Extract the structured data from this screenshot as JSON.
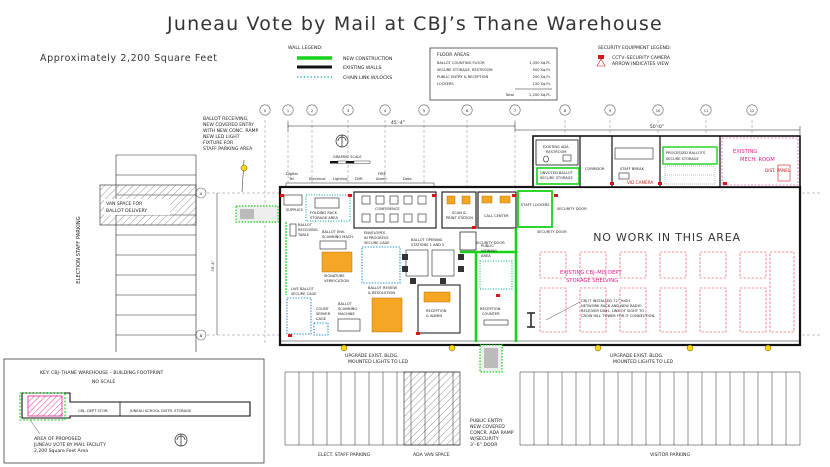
{
  "title": "Juneau Vote by Mail at CBJ’s Thane Warehouse",
  "subtitle": "Approximately 2,200 Square Feet",
  "wall_legend": {
    "heading": "WALL LEGEND:",
    "items": [
      {
        "label": "NEW CONSTRUCTION",
        "color": "#19d219"
      },
      {
        "label": "EXISTING WALLS",
        "color": "#111111"
      },
      {
        "label": "CHAIN LINK W/LOCKS",
        "color": "#1fb8a8"
      }
    ]
  },
  "floor_areas": {
    "heading": "FLOOR AREAS:",
    "rows": [
      {
        "label": "BALLOT COUNTING FLOOR",
        "value": "1,350 Sq.Ft."
      },
      {
        "label": "SECURE STORAGE, RESTROOM",
        "value": "500 Sq.Ft."
      },
      {
        "label": "PUBLIC ENTRY & RECEPTION",
        "value": "200 Sq.Ft."
      },
      {
        "label": "LOCKERS",
        "value": "150 Sq.Ft."
      }
    ],
    "total_label": "Total",
    "total_value": "2,200 Sq.Ft."
  },
  "security_legend": {
    "heading": "SECURITY EQUIPMENT LEGEND:",
    "camera_label_1": "CCTV–SECURITY CAMERA",
    "camera_label_2": "ARROW INDICATES VIEW",
    "camera_color": "#d21818"
  },
  "grid_labels": [
    "0",
    "1",
    "2",
    "3",
    "4",
    "5",
    "6",
    "7",
    "8",
    "9",
    "10",
    "11",
    "12"
  ],
  "row_labels": [
    "A",
    "B"
  ],
  "dimensions": {
    "d1": "45’-4”",
    "d2": "50’-0”",
    "d3": "35’-4”"
  },
  "graphic_scale": "GRAPHIC SCALE",
  "top_note": {
    "l1": "BALLOT RECEIVING,",
    "l2": "NEW COVERED ENTRY",
    "l3": "WITH NEW CONC. RAMP",
    "l4": "NEW LED LIGHT",
    "l5": "FIXTURE FOR",
    "l6": "STAFF PARKING AREA"
  },
  "van_space": {
    "l1": "VAN SPACE FOR",
    "l2": "BALLOT DELIVERY"
  },
  "election_parking": "ELECTION STAFF PARKING",
  "equipment_labels": {
    "a": "Digital",
    "a2": "Tel",
    "b": "Electrical",
    "c": "Lighting",
    "d": "DVR",
    "e": "FIRE",
    "e2": "Alarm",
    "f": "Data"
  },
  "rooms": {
    "supplies": "SUPPLIES",
    "folding": "FOLDING RACK",
    "folding2": "STORAGE AREA",
    "conference": "CONFERENCE",
    "scan": "SCAN &",
    "scan2": "PRINT STATION",
    "call": "CALL CENTER",
    "staff_lockers": "STAFF LOCKERS",
    "security_door": "SECURITY DOOR",
    "security_door2": "SECURITY DOOR",
    "security_door3": "SECURITY DOOR",
    "ballot_receiving": "BALLOT",
    "ballot_receiving2": "RECEIVING",
    "ballot_receiving3": "TABLE",
    "ballot_env": "BALLOT ENV.",
    "ballot_env2": "SCANNING MACH.",
    "env_prog": "ENVELOPES",
    "env_prog2": "IN PROGRESS",
    "env_prog3": "SECURE CAGE",
    "ballot_opening": "BALLOT OPENING",
    "ballot_opening2": "STATIONS 1 AND 2",
    "signature": "SIGNATURE",
    "signature2": "VERIFICATION",
    "ballot_review": "BALLOT REVIEW",
    "ballot_review2": "& RESOLUTION",
    "live_ballot": "LIVE BALLOT",
    "live_ballot2": "SECURE CAGE",
    "count_server": "COUNT",
    "count_server2": "SERVER",
    "count_server3": "CAGE",
    "ballot_scan": "BALLOT",
    "ballot_scan2": "SCANNING",
    "ballot_scan3": "MACHINE",
    "reception": "RECEPTION",
    "reception2": "& ADMIN",
    "public_viewing": "PUBLIC",
    "public_viewing2": "VIEWING",
    "public_viewing3": "AREA",
    "reception_counter": "RECEPTION",
    "reception_counter2": "COUNTER",
    "existing_ada": "EXISTING ADA",
    "existing_ada2": "RESTROOM",
    "unvoted": "UNVOTED BALLOT",
    "unvoted2": "SECURE STORAGE",
    "corridor": "CORRIDOR",
    "staff_break": "STAFF BREAK",
    "processed": "PROCESSED BALLOTS",
    "processed2": "SECURE STORAGE",
    "existing_mech": "EXISTING",
    "existing_mech2": "MECH. ROOM",
    "cbj_ms": "EXISTING CBJ–MIS DEPT",
    "cbj_ms2": "STORAGE SHELVING",
    "vid_camera": "VID CAMERA",
    "dist": "DIST. PANEL"
  },
  "no_work": "NO WORK IN THIS AREA",
  "cbj_note": {
    "l1": "CBJ IT INSTALLED 72” HIGH",
    "l2": "NETWORK RACK AND NEW RADIO",
    "l3": "RECEIVER DISH– LINE OF SIGHT TO",
    "l4": "CROW HILL TOWER FOR IT CONNECTION."
  },
  "lights_note": {
    "l1": "UPGRADE EXIST. BLDG.",
    "l2": "MOUNTED LIGHTS TO LED"
  },
  "lights_note_r": {
    "l1": "UPGRADE EXIST. BLDG.",
    "l2": "MOUNTED LIGHTS TO LED"
  },
  "public_entry": {
    "l1": "PUBLIC ENTRY",
    "l2": "NEW COVERED",
    "l3": "CONCR. ADA RAMP",
    "l4": "W/SECURITY",
    "l5": "3’–6” DOOR"
  },
  "parking_labels": {
    "staff": "ELECT. STAFF PARKING",
    "ada": "ADA VAN SPACE",
    "visitor": "VISITOR PARKING"
  },
  "key": {
    "title": "KEY: CBJ–THANE WAREHOUSE – BUILDING FOOTPRINT",
    "no_scale": "NO SCALE",
    "dept_stor": "CBJ– DEPT STOR.",
    "school": "JUNEAU SCHOOL DISTR. STORAGE",
    "area1": "AREA OF PROPOSED",
    "area2": "JUNEAU VOTE BY MAIL FACILITY",
    "area3": "2,200 Square Feet Area"
  },
  "colors": {
    "new_construction": "#19d219",
    "chain_link": "#1fb8a8",
    "furniture_desk": "#f5a623",
    "secure_cage": "#1f8fe0",
    "magenta": "#e0208a",
    "security": "#d21818"
  }
}
